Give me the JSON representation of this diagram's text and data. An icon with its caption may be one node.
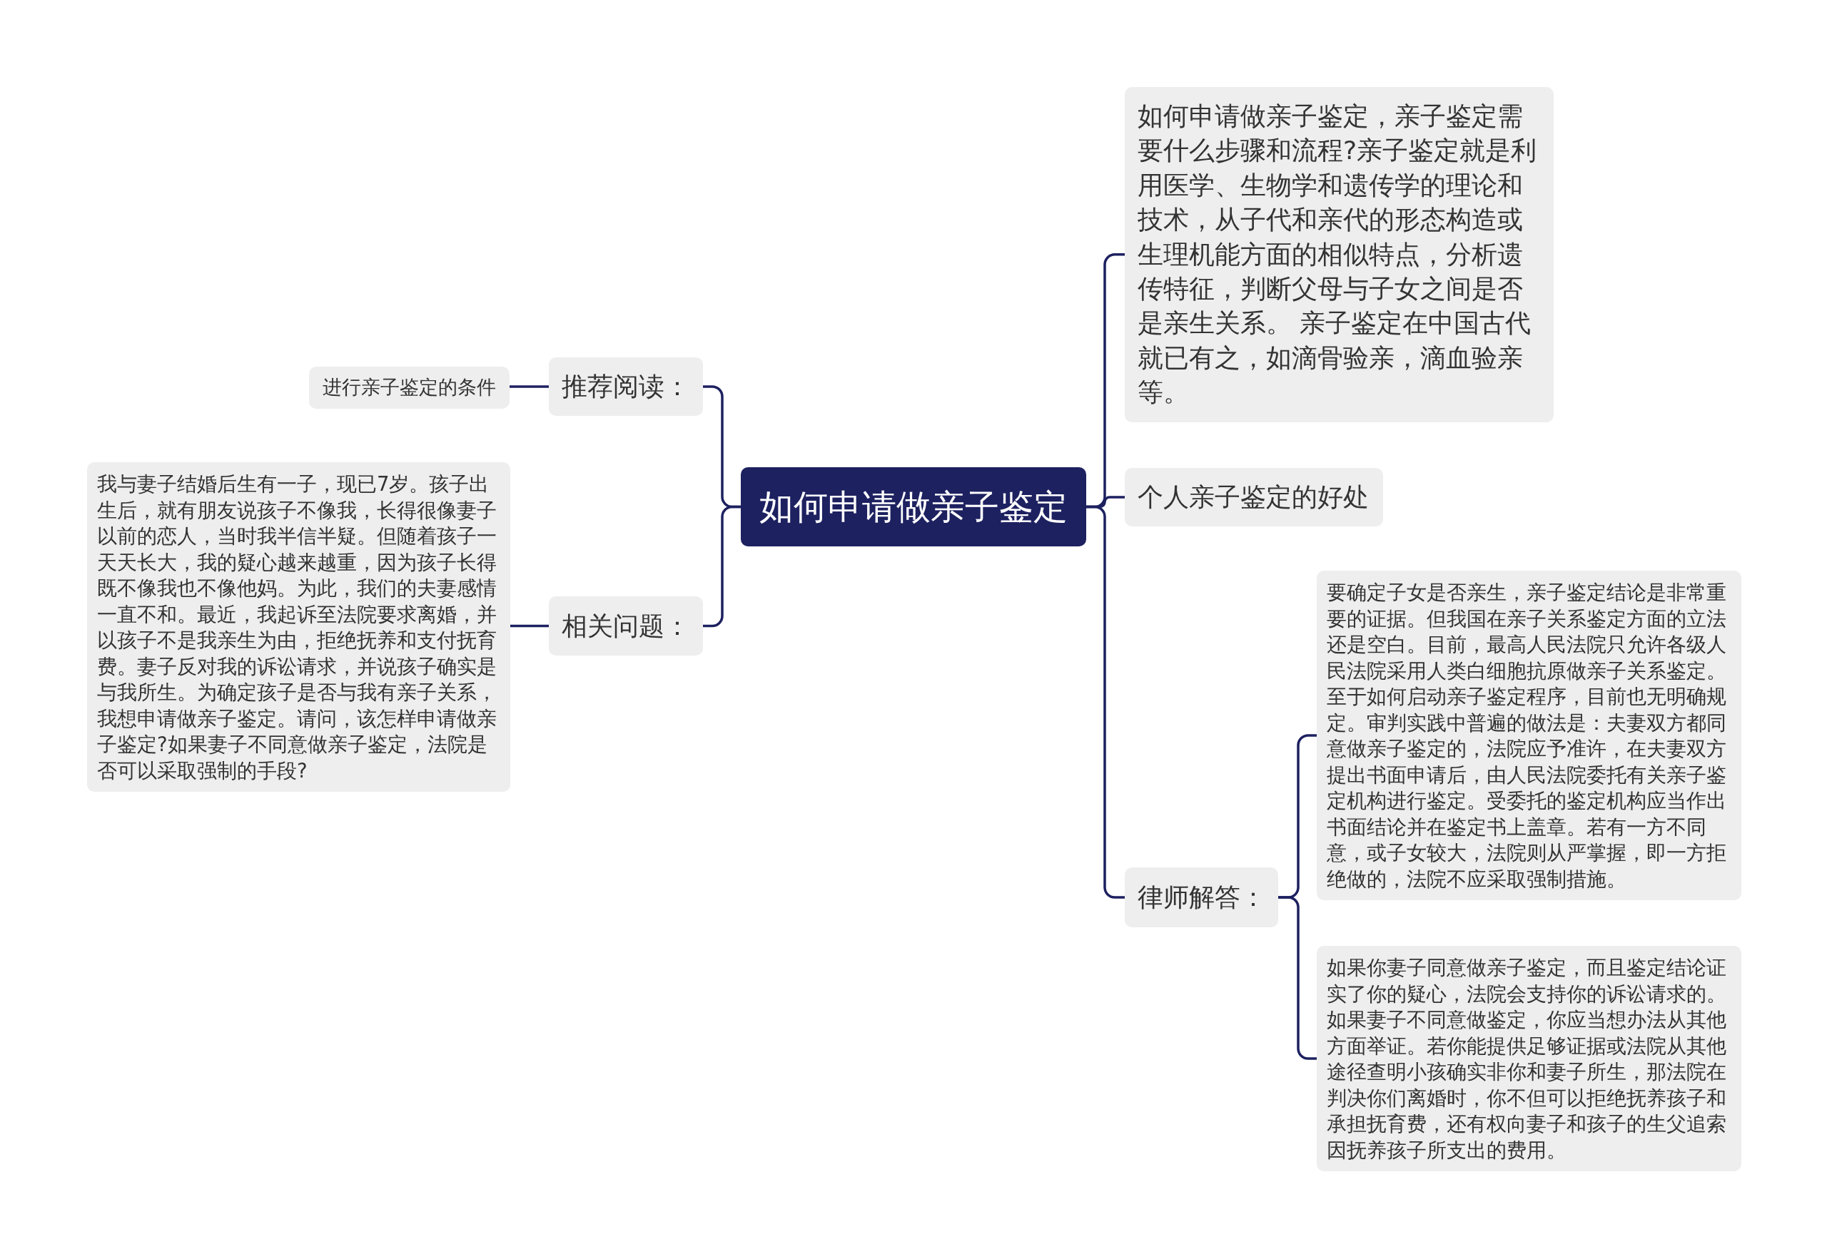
{
  "diagram": {
    "nodes": [
      {
        "text": [
          "如何申请做亲子鉴定"
        ]
      },
      {
        "text": [
          "推荐阅读："
        ]
      },
      {
        "text": [
          "进行亲子鉴定的条件"
        ]
      },
      {
        "text": [
          "相关问题："
        ]
      },
      {
        "text": [
          "我与妻子结婚后生有一子，现已7岁。孩子出生后，就有朋友说孩子不像我，长得很像妻子以前的恋人，当时我半信半疑。但随着孩子一天天长大，我的疑心越来越重，因为孩子长得既不像我也不像他妈。为此，我们的夫妻感情一直不和。最近，我起诉至法院要求离婚，并以孩子不是我亲生为由，拒绝抚养和支付抚育费。妻子反对我的诉讼请求，并说孩子确实是与我所生。为确定孩子是否与我有亲子关系，我想申请做亲子鉴定。请问，该怎样申请做亲子鉴定?如果妻子不同意做亲子鉴定，法院是否可以采取强制的手段?"
        ]
      },
      {
        "text": [
          "如何申请做亲子鉴定，亲子鉴定需要什么步骤和流程?亲子鉴定就是利用医学、生物学和遗传学的理论和技术，从子代和亲代的形态构造或生理机能方面的相似特点，分析遗传特征，判断父母与子女之间是否是亲生关系。 亲子鉴定在中国古代就已有之，如滴骨验亲，滴血验亲等。"
        ]
      },
      {
        "text": [
          "个人亲子鉴定的好处"
        ]
      },
      {
        "text": [
          "律师解答："
        ]
      },
      {
        "text": [
          "要确定子女是否亲生，亲子鉴定结论是非常重要的证据。但我国在亲子关系鉴定方面的立法还是空白。目前，最高人民法院只允许各级人民法院采用人类白细胞抗原做亲子关系鉴定。至于如何启动亲子鉴定程序，目前也无明确规定。审判实践中普遍的做法是：夫妻双方都同意做亲子鉴定的，法院应予准许，在夫妻双方提出书面申请后，由人民法院委托有关亲子鉴定机构进行鉴定。受委托的鉴定机构应当作出书面结论并在鉴定书上盖章。若有一方不同意，或子女较大，法院则从严掌握，即一方拒绝做的，法院不应采取强制措施。"
        ]
      },
      {
        "text": [
          "如果你妻子同意做亲子鉴定，而且鉴定结论证实了你的疑心，法院会支持你的诉讼请求的。如果妻子不同意做鉴定，你应当想办法从其他方面举证。若你能提供足够证据或法院从其他途径查明小孩确实非你和妻子所生，那法院在判决你们离婚时，你不但可以拒绝抚养孩子和承担抚育费，还有权向妻子和孩子的生父追索因抚养孩子所支出的费用。"
        ]
      }
    ],
    "edges": [
      {
        "from": 0,
        "to": 1,
        "arrow": "none"
      },
      {
        "from": 1,
        "to": 2,
        "arrow": "none"
      },
      {
        "from": 0,
        "to": 3,
        "arrow": "none"
      },
      {
        "from": 3,
        "to": 4,
        "arrow": "none"
      },
      {
        "from": 0,
        "to": 5,
        "arrow": "none"
      },
      {
        "from": 0,
        "to": 6,
        "arrow": "none"
      },
      {
        "from": 0,
        "to": 7,
        "arrow": "none"
      },
      {
        "from": 7,
        "to": 8,
        "arrow": "none"
      },
      {
        "from": 7,
        "to": 9,
        "arrow": "none"
      }
    ]
  }
}
